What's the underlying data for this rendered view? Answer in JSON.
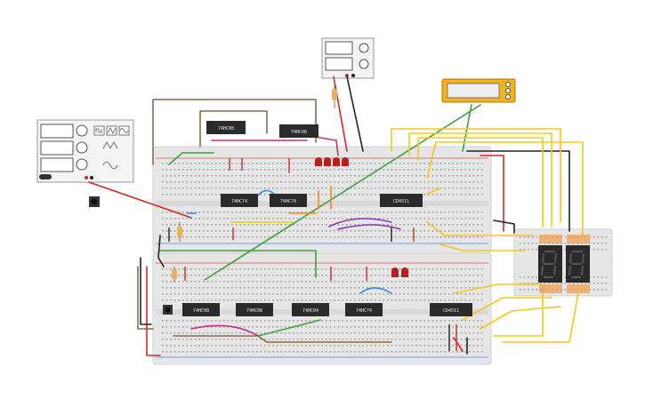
{
  "chips": {
    "top_left": "74HC08",
    "top_right": "74HC08",
    "board1_a": "74HC74",
    "board1_b": "74HC74",
    "board1_c": "CD4511",
    "board2_a": "74HC08",
    "board2_b": "74HC08",
    "board2_c": "74HC04",
    "board2_d": "74HC74",
    "board2_e": "CD4511"
  },
  "colors": {
    "breadboard": "#e6e6e6",
    "hole": "#9c9c9c",
    "wire_red": "#d22a2a",
    "wire_black": "#222222",
    "wire_yellow": "#f2c81e",
    "wire_brown": "#8a6a4a",
    "wire_green": "#3aa33a",
    "wire_blue": "#3a8ad8",
    "wire_purple": "#8a3ab0",
    "wire_magenta": "#c0308a",
    "wire_orange": "#f08a1e",
    "led_red": "#b81f1f",
    "chip": "#2b2b2b",
    "display_body": "#2a2a2a",
    "multimeter": "#f2b21e"
  },
  "icons": {
    "square_wave": "square-wave-icon",
    "triangle_wave": "triangle-wave-icon",
    "sine_wave": "sine-wave-icon"
  }
}
